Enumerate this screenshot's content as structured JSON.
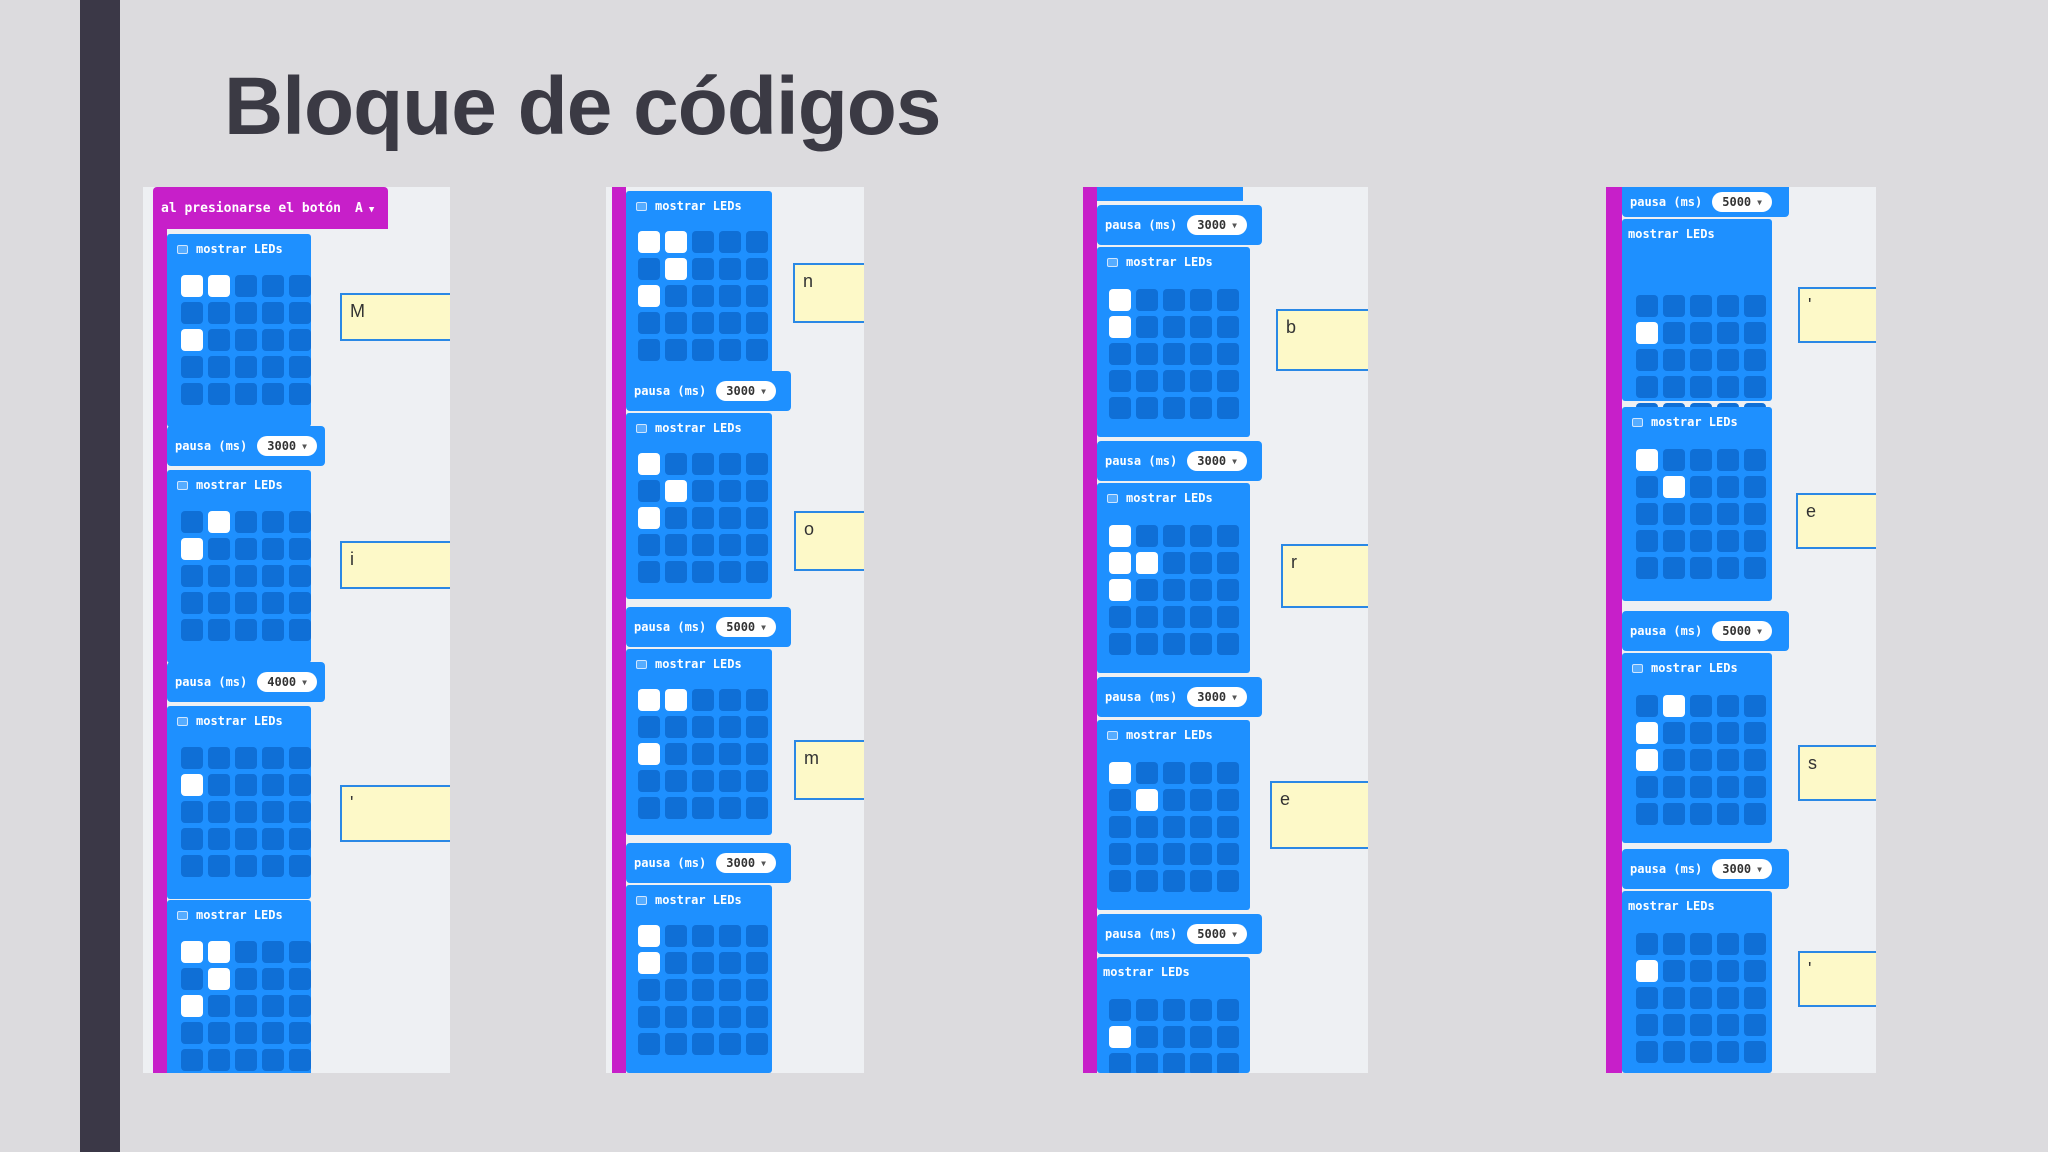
{
  "slide": {
    "title": "Bloque de códigos"
  },
  "columns": [
    {
      "hat": {
        "label": "al presionarse el botón",
        "value": "A"
      },
      "blocks": [
        {
          "type": "show",
          "label": "mostrar LEDs",
          "leds": [
            [
              1,
              1,
              0,
              0,
              0
            ],
            [
              0,
              0,
              0,
              0,
              0
            ],
            [
              1,
              0,
              0,
              0,
              0
            ],
            [
              0,
              0,
              0,
              0,
              0
            ],
            [
              0,
              0,
              0,
              0,
              0
            ]
          ]
        },
        {
          "type": "pause",
          "label": "pausa (ms)",
          "value": "3000"
        },
        {
          "type": "show",
          "label": "mostrar LEDs",
          "leds": [
            [
              0,
              1,
              0,
              0,
              0
            ],
            [
              1,
              0,
              0,
              0,
              0
            ],
            [
              0,
              0,
              0,
              0,
              0
            ],
            [
              0,
              0,
              0,
              0,
              0
            ],
            [
              0,
              0,
              0,
              0,
              0
            ]
          ]
        },
        {
          "type": "pause",
          "label": "pausa (ms)",
          "value": "4000"
        },
        {
          "type": "show",
          "label": "mostrar LEDs",
          "leds": [
            [
              0,
              0,
              0,
              0,
              0
            ],
            [
              1,
              0,
              0,
              0,
              0
            ],
            [
              0,
              0,
              0,
              0,
              0
            ],
            [
              0,
              0,
              0,
              0,
              0
            ],
            [
              0,
              0,
              0,
              0,
              0
            ]
          ]
        },
        {
          "type": "show",
          "label": "mostrar LEDs",
          "leds": [
            [
              1,
              1,
              0,
              0,
              0
            ],
            [
              0,
              1,
              0,
              0,
              0
            ],
            [
              1,
              0,
              0,
              0,
              0
            ],
            [
              0,
              0,
              0,
              0,
              0
            ],
            [
              0,
              0,
              0,
              0,
              0
            ]
          ]
        }
      ],
      "notes": [
        "M",
        "i",
        "'"
      ]
    },
    {
      "blocks": [
        {
          "type": "show",
          "label": "mostrar LEDs",
          "leds": [
            [
              1,
              1,
              0,
              0,
              0
            ],
            [
              0,
              1,
              0,
              0,
              0
            ],
            [
              1,
              0,
              0,
              0,
              0
            ],
            [
              0,
              0,
              0,
              0,
              0
            ],
            [
              0,
              0,
              0,
              0,
              0
            ]
          ]
        },
        {
          "type": "pause",
          "label": "pausa (ms)",
          "value": "3000"
        },
        {
          "type": "show",
          "label": "mostrar LEDs",
          "leds": [
            [
              1,
              0,
              0,
              0,
              0
            ],
            [
              0,
              1,
              0,
              0,
              0
            ],
            [
              1,
              0,
              0,
              0,
              0
            ],
            [
              0,
              0,
              0,
              0,
              0
            ],
            [
              0,
              0,
              0,
              0,
              0
            ]
          ]
        },
        {
          "type": "pause",
          "label": "pausa (ms)",
          "value": "5000"
        },
        {
          "type": "show",
          "label": "mostrar LEDs",
          "leds": [
            [
              1,
              1,
              0,
              0,
              0
            ],
            [
              0,
              0,
              0,
              0,
              0
            ],
            [
              1,
              0,
              0,
              0,
              0
            ],
            [
              0,
              0,
              0,
              0,
              0
            ],
            [
              0,
              0,
              0,
              0,
              0
            ]
          ]
        },
        {
          "type": "pause",
          "label": "pausa (ms)",
          "value": "3000"
        },
        {
          "type": "show",
          "label": "mostrar LEDs",
          "leds": [
            [
              1,
              0,
              0,
              0,
              0
            ],
            [
              1,
              0,
              0,
              0,
              0
            ],
            [
              0,
              0,
              0,
              0,
              0
            ],
            [
              0,
              0,
              0,
              0,
              0
            ],
            [
              0,
              0,
              0,
              0,
              0
            ]
          ]
        }
      ],
      "notes": [
        "n",
        "o",
        "m"
      ]
    },
    {
      "blocks": [
        {
          "type": "pause",
          "label": "pausa (ms)",
          "value": "3000"
        },
        {
          "type": "show",
          "label": "mostrar LEDs",
          "leds": [
            [
              1,
              0,
              0,
              0,
              0
            ],
            [
              1,
              0,
              0,
              0,
              0
            ],
            [
              0,
              0,
              0,
              0,
              0
            ],
            [
              0,
              0,
              0,
              0,
              0
            ],
            [
              0,
              0,
              0,
              0,
              0
            ]
          ]
        },
        {
          "type": "pause",
          "label": "pausa (ms)",
          "value": "3000"
        },
        {
          "type": "show",
          "label": "mostrar LEDs",
          "leds": [
            [
              1,
              0,
              0,
              0,
              0
            ],
            [
              1,
              1,
              0,
              0,
              0
            ],
            [
              1,
              0,
              0,
              0,
              0
            ],
            [
              0,
              0,
              0,
              0,
              0
            ],
            [
              0,
              0,
              0,
              0,
              0
            ]
          ]
        },
        {
          "type": "pause",
          "label": "pausa (ms)",
          "value": "3000"
        },
        {
          "type": "show",
          "label": "mostrar LEDs",
          "leds": [
            [
              1,
              0,
              0,
              0,
              0
            ],
            [
              0,
              1,
              0,
              0,
              0
            ],
            [
              0,
              0,
              0,
              0,
              0
            ],
            [
              0,
              0,
              0,
              0,
              0
            ],
            [
              0,
              0,
              0,
              0,
              0
            ]
          ]
        },
        {
          "type": "pause",
          "label": "pausa (ms)",
          "value": "5000"
        },
        {
          "type": "show",
          "label": "mostrar LEDs",
          "leds": [
            [
              0,
              0,
              0,
              0,
              0
            ],
            [
              1,
              0,
              0,
              0,
              0
            ],
            [
              0,
              0,
              0,
              0,
              0
            ],
            [
              0,
              0,
              0,
              0,
              0
            ],
            [
              0,
              0,
              0,
              0,
              0
            ]
          ]
        }
      ],
      "notes": [
        "b",
        "r",
        "e"
      ]
    },
    {
      "blocks": [
        {
          "type": "pause",
          "label": "pausa (ms)",
          "value": "5000"
        },
        {
          "type": "show",
          "label": "mostrar LEDs",
          "leds": [
            [
              0,
              0,
              0,
              0,
              0
            ],
            [
              1,
              0,
              0,
              0,
              0
            ],
            [
              0,
              0,
              0,
              0,
              0
            ],
            [
              0,
              0,
              0,
              0,
              0
            ],
            [
              0,
              0,
              0,
              0,
              0
            ]
          ]
        },
        {
          "type": "show",
          "label": "mostrar LEDs",
          "leds": [
            [
              1,
              0,
              0,
              0,
              0
            ],
            [
              0,
              1,
              0,
              0,
              0
            ],
            [
              0,
              0,
              0,
              0,
              0
            ],
            [
              0,
              0,
              0,
              0,
              0
            ],
            [
              0,
              0,
              0,
              0,
              0
            ]
          ]
        },
        {
          "type": "pause",
          "label": "pausa (ms)",
          "value": "5000"
        },
        {
          "type": "show",
          "label": "mostrar LEDs",
          "leds": [
            [
              0,
              1,
              0,
              0,
              0
            ],
            [
              1,
              0,
              0,
              0,
              0
            ],
            [
              1,
              0,
              0,
              0,
              0
            ],
            [
              0,
              0,
              0,
              0,
              0
            ],
            [
              0,
              0,
              0,
              0,
              0
            ]
          ]
        },
        {
          "type": "pause",
          "label": "pausa (ms)",
          "value": "3000"
        },
        {
          "type": "show",
          "label": "mostrar LEDs",
          "leds": [
            [
              0,
              0,
              0,
              0,
              0
            ],
            [
              1,
              0,
              0,
              0,
              0
            ],
            [
              0,
              0,
              0,
              0,
              0
            ],
            [
              0,
              0,
              0,
              0,
              0
            ],
            [
              0,
              0,
              0,
              0,
              0
            ]
          ]
        }
      ],
      "notes": [
        "'",
        "e",
        "s",
        "'"
      ]
    }
  ]
}
